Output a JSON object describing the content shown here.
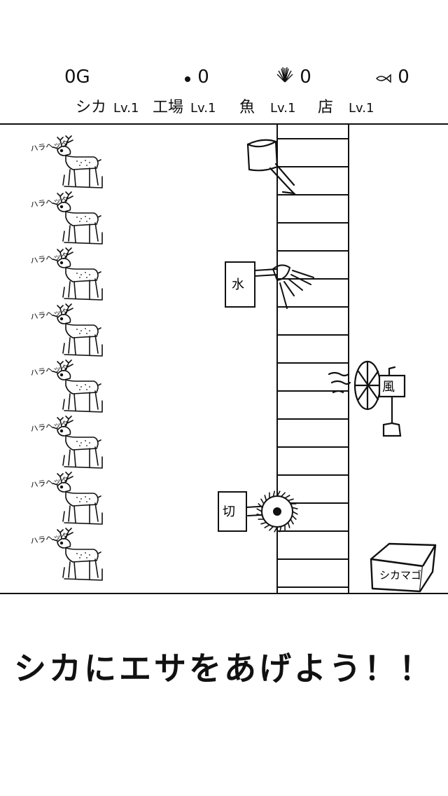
{
  "stats": {
    "gold": "0G",
    "food_count": "0",
    "grass_count": "0",
    "fish_count": "0"
  },
  "levels": [
    {
      "name": "シカ",
      "level": "Lv.1"
    },
    {
      "name": "工場",
      "level": "Lv.1"
    },
    {
      "name": "魚",
      "level": "Lv.1"
    },
    {
      "name": "店",
      "level": "Lv.1"
    }
  ],
  "deer": [
    {
      "status": "ハラヘッタ"
    },
    {
      "status": "ハラヘッタ"
    },
    {
      "status": "ハラヘッタ"
    },
    {
      "status": "ハラヘッタ"
    },
    {
      "status": "ハラヘッタ"
    },
    {
      "status": "ハラヘッタ"
    },
    {
      "status": "ハラヘッタ"
    },
    {
      "status": "ハラヘッタ"
    }
  ],
  "machines": {
    "water_label": "水",
    "wind_label": "風",
    "cut_label": "切"
  },
  "barn": {
    "label": "シカマゴ"
  },
  "message": "シカにエサをあげよう！！",
  "icons": {
    "food": "dot-icon",
    "grass": "grass-icon",
    "fish": "fish-icon"
  }
}
